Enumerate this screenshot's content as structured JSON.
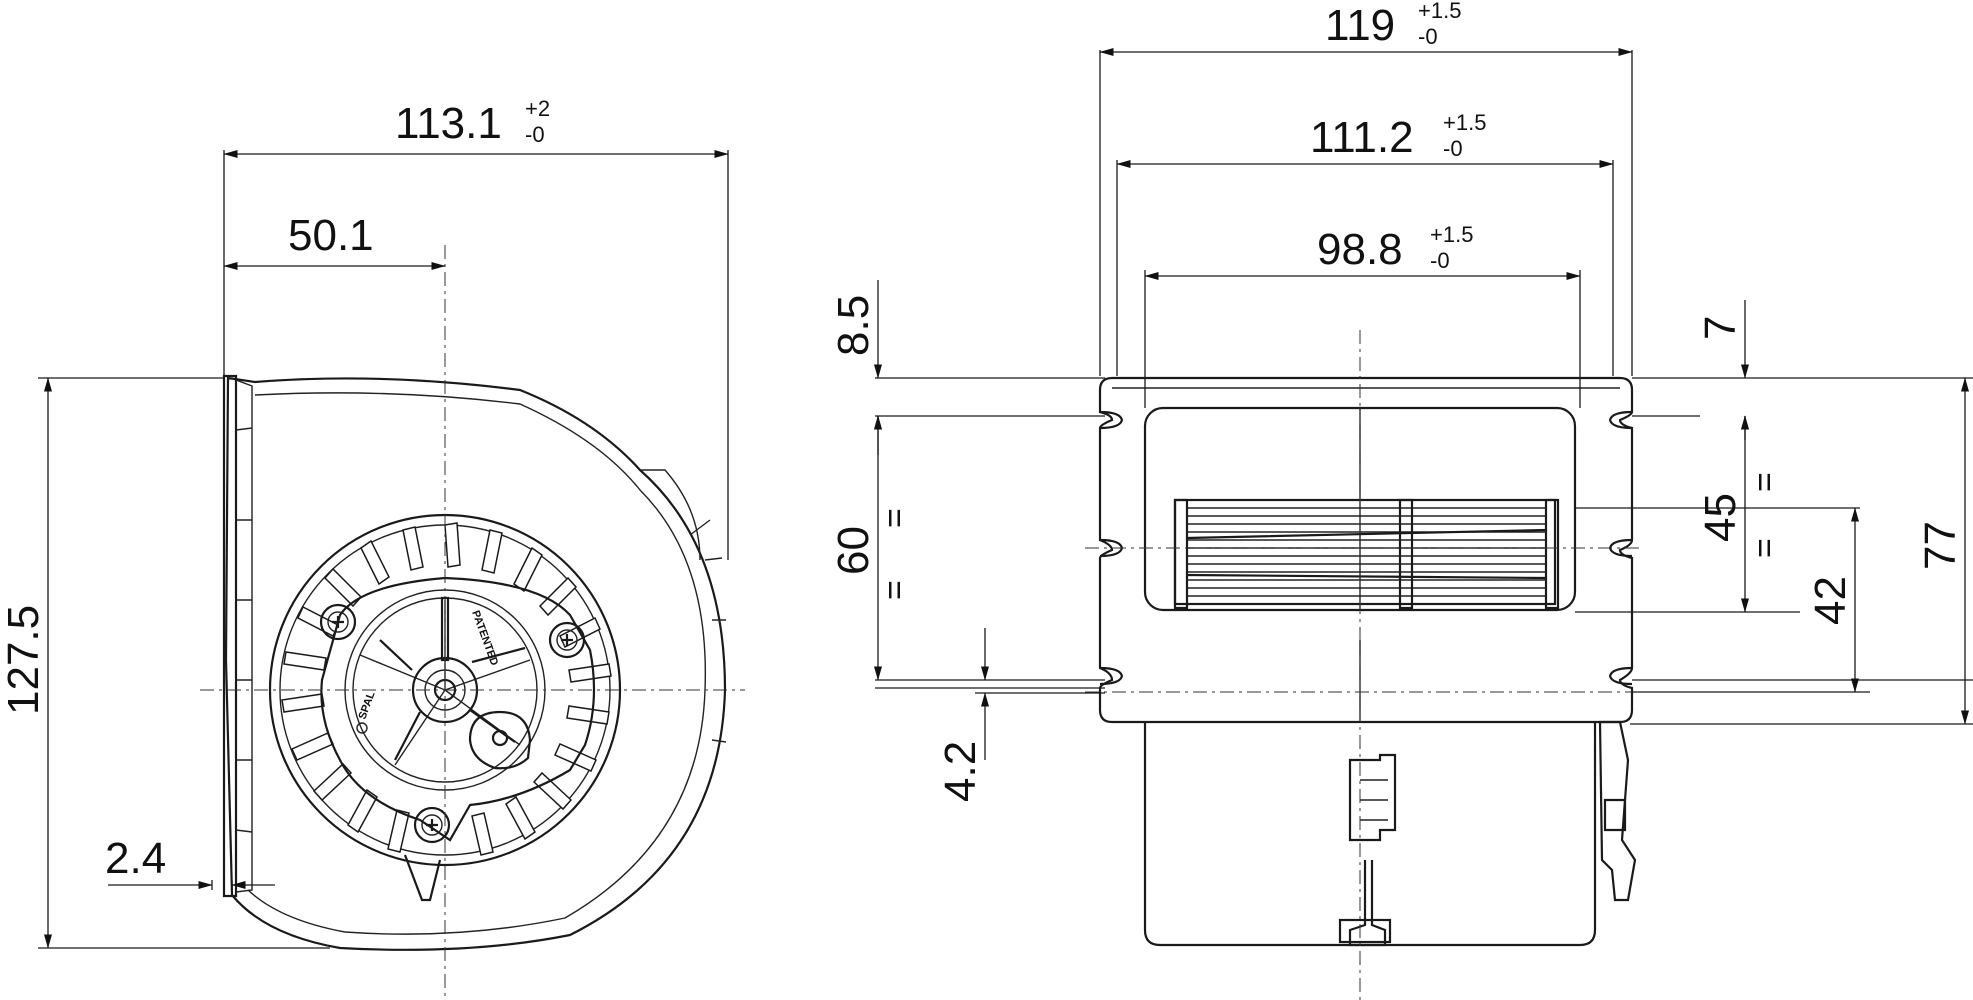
{
  "front_view": {
    "width": {
      "value": "113.1",
      "tol_upper": "+2",
      "tol_lower": "-0"
    },
    "axis_offset": "50.1",
    "height": "127.5",
    "flange": "2.4",
    "motor_marks": {
      "brand": "SPAL",
      "patented": "PATENTED"
    }
  },
  "side_view": {
    "overall_width": {
      "value": "119",
      "tol_upper": "+1.5",
      "tol_lower": "-0"
    },
    "flange_width": {
      "value": "111.2",
      "tol_upper": "+1.5",
      "tol_lower": "-0"
    },
    "outlet_width": {
      "value": "98.8",
      "tol_upper": "+1.5",
      "tol_lower": "-0"
    },
    "top_offset_left": "8.5",
    "top_offset_right": "7",
    "slot_pitch": "60",
    "outlet_height": "45",
    "outlet_to_slot": "42",
    "total_height": "77",
    "slot_dim": "4.2",
    "equal_mark": "="
  }
}
